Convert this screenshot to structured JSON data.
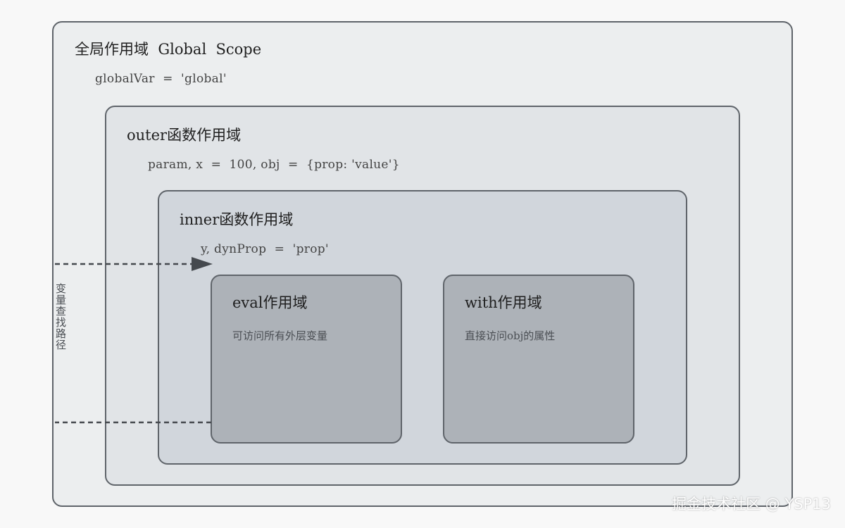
{
  "global": {
    "title": "全局作用域  Global  Scope",
    "vars": "globalVar  =  'global'"
  },
  "outer": {
    "title": "outer函数作用域",
    "vars": "param, x  =  100, obj  =  {prop: 'value'}"
  },
  "inner": {
    "title": "inner函数作用域",
    "vars": "y, dynProp  =  'prop'"
  },
  "eval_scope": {
    "title": "eval作用域",
    "desc": "可访问所有外层变量"
  },
  "with_scope": {
    "title": "with作用域",
    "desc": "直接访问obj的属性"
  },
  "lookup": {
    "label": "变量查找路径"
  },
  "watermark": "掘金技术社区 @ YSP13",
  "colors": {
    "global_bg": "#eceeef",
    "outer_bg": "#e1e4e7",
    "inner_bg": "#d1d6dc",
    "nested_bg": "#adb2b8",
    "border": "#5f646a",
    "arrow": "#45494e"
  }
}
